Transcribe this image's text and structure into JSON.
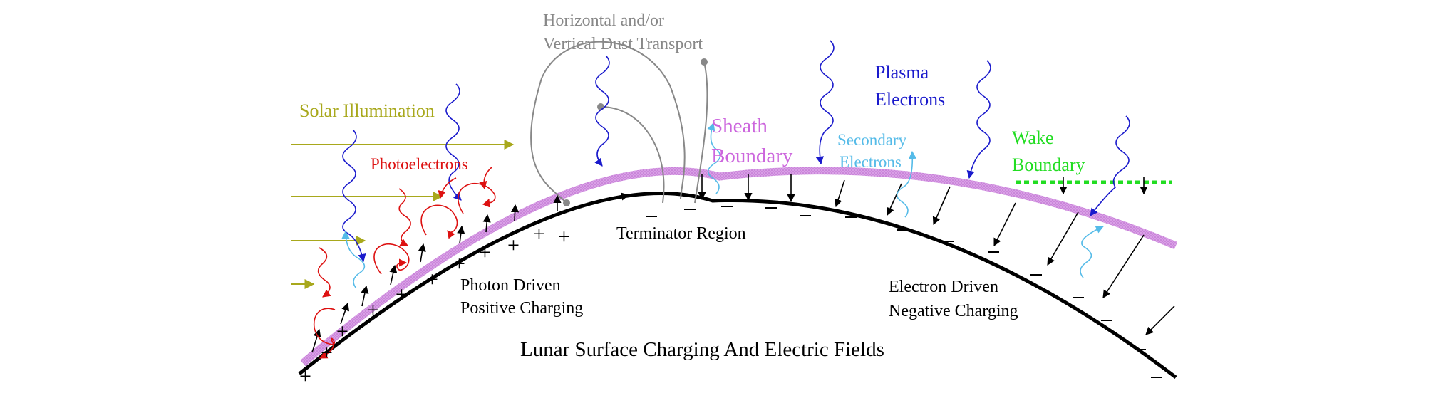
{
  "labels": {
    "dust_transport_line1": "Horizontal and/or",
    "dust_transport_line2": "Vertical Dust Transport",
    "plasma_line1": "Plasma",
    "plasma_line2": "Electrons",
    "solar_illumination": "Solar Illumination",
    "sheath_line1": "Sheath",
    "sheath_line2": "Boundary",
    "secondary_line1": "Secondary",
    "secondary_line2": "Electrons",
    "wake_line1": "Wake",
    "wake_line2": "Boundary",
    "photoelectrons": "Photoelectrons",
    "terminator_region": "Terminator Region",
    "photon_line1": "Photon Driven",
    "photon_line2": "Positive Charging",
    "electron_line1": "Electron Driven",
    "electron_line2": "Negative Charging",
    "title": "Lunar Surface Charging And Electric Fields"
  },
  "colors": {
    "solar": "#a8a81c",
    "photoelectrons": "#dd1111",
    "plasma_electrons": "#1a1acc",
    "sheath": "#cc66dd",
    "secondary_electrons": "#55bbe8",
    "wake": "#22dd22",
    "dust": "#888888",
    "surface": "#000000"
  }
}
